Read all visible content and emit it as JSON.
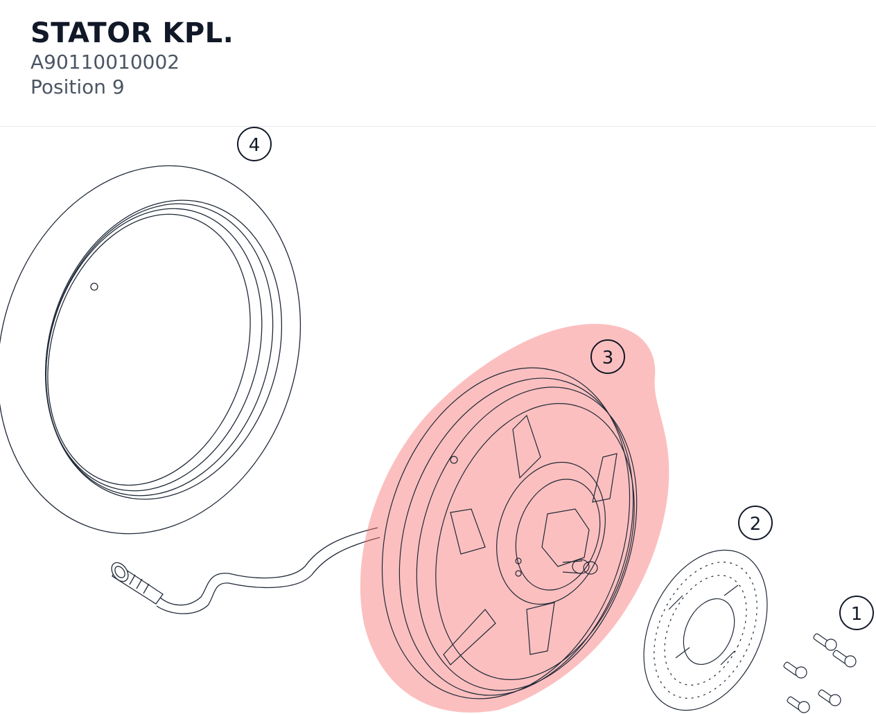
{
  "header": {
    "title": "STATOR KPL.",
    "part_number": "A90110010002",
    "position": "Position 9"
  },
  "diagram": {
    "callouts": [
      {
        "label": "1"
      },
      {
        "label": "2"
      },
      {
        "label": "3"
      },
      {
        "label": "4"
      }
    ],
    "highlight_color": "#f87171",
    "line_color": "#1f2937"
  }
}
